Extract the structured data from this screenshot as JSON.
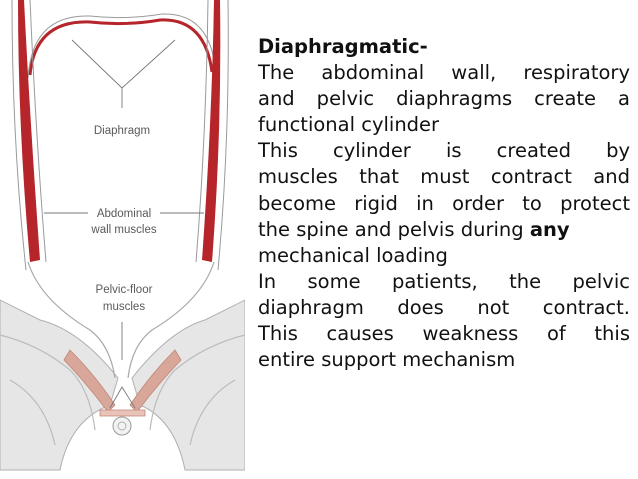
{
  "figure": {
    "labels": {
      "diaphragm": "Diaphragm",
      "abdominal_1": "Abdominal",
      "abdominal_2": "wall muscles",
      "pelvic_1": "Pelvic-floor",
      "pelvic_2": "muscles"
    },
    "colors": {
      "muscle": "#b5252a",
      "outline": "#9a9a9a",
      "fill": "#e4e4e4",
      "pelvic": "#d9a79a"
    }
  },
  "text": {
    "title": "Diaphragmatic-",
    "p1": [
      "The abdominal wall, respiratory",
      "and pelvic diaphragms create a",
      "functional cylinder"
    ],
    "p2": [
      "This cylinder is created by",
      "muscles that must contract and",
      "become rigid in order to protect"
    ],
    "p2_last_a": "the spine and pelvis during ",
    "p2_last_b": "any",
    "p2_end": "mechanical loading",
    "p3": [
      "In some patients, the pelvic",
      "diaphragm does not contract.",
      "This causes weakness of this",
      "entire support mechanism"
    ]
  }
}
